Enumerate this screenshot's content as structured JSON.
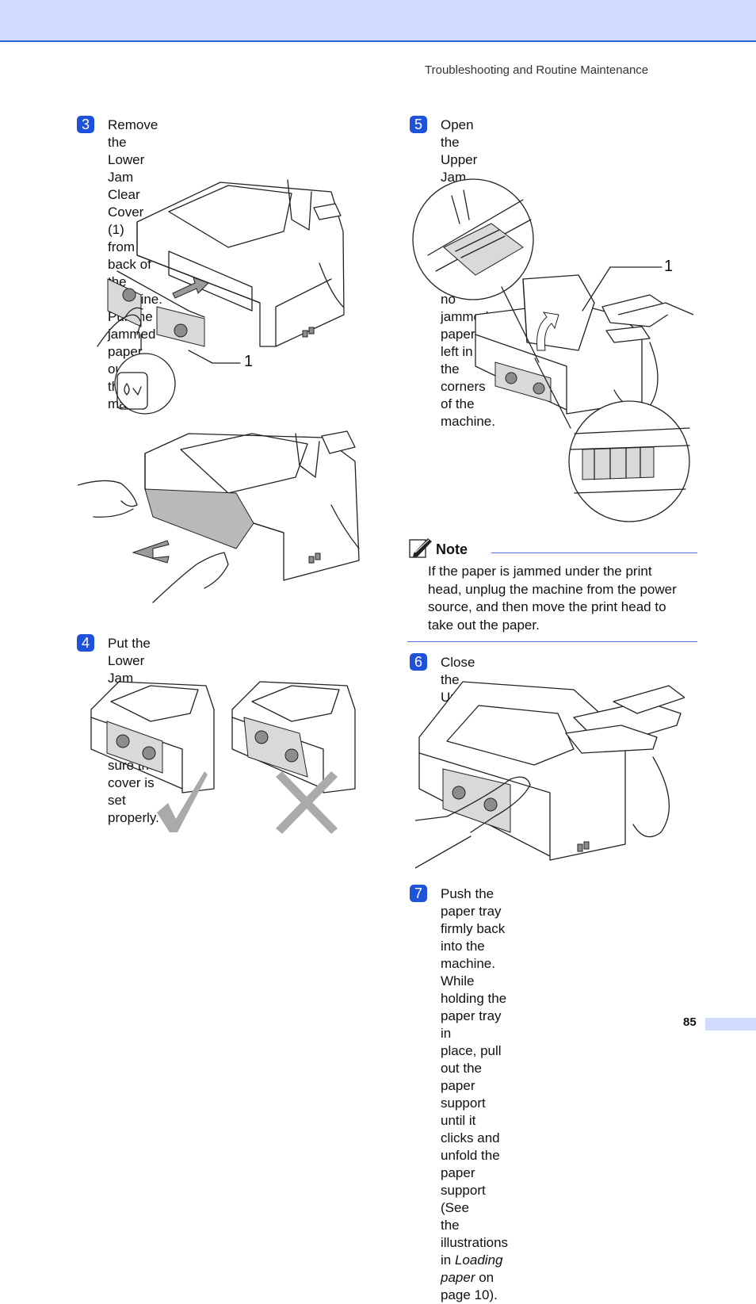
{
  "header": {
    "running_title": "Troubleshooting and Routine Maintenance"
  },
  "steps": [
    {
      "number": "3",
      "lines": [
        "Remove the Lower Jam Clear Cover (1)",
        "from the back of the machine. Pull the",
        "jammed paper out of the machine."
      ]
    },
    {
      "number": "4",
      "lines": [
        "Put the Lower Jam Clear Cover back on.",
        "Make sure the cover is set properly."
      ]
    },
    {
      "number": "5",
      "lines": [
        "Open the Upper Jam Clear Cover (1).",
        "Make sure that there is no jammed",
        "paper left in the corners of the machine."
      ]
    },
    {
      "number": "6",
      "lines": [
        "Close the Upper Jam Clear Cover."
      ]
    },
    {
      "number": "7",
      "lines": [
        "Push the paper tray firmly back into the",
        "machine. While holding the paper tray in",
        "place, pull out the paper support until it",
        "clicks and unfold the paper support (See",
        "the illustrations in "
      ],
      "link_italic_1": "Loading",
      "link_italic_2": "paper",
      "tail": " on page 10)."
    }
  ],
  "callouts": {
    "step3_label": "1",
    "step5_label": "1"
  },
  "note": {
    "title": "Note",
    "lines": [
      "If the paper is jammed under the print",
      "head, unplug the machine from the power",
      "source, and then move the print head to",
      "take out the paper."
    ]
  },
  "footer": {
    "page_number": "85"
  },
  "colors": {
    "accent_blue": "#1e52d8",
    "band_blue": "#cfdcff"
  },
  "icons": [
    "note-pencil-icon",
    "check-mark-icon",
    "cross-mark-icon",
    "up-arrow-icon",
    "pull-arrow-icon"
  ]
}
